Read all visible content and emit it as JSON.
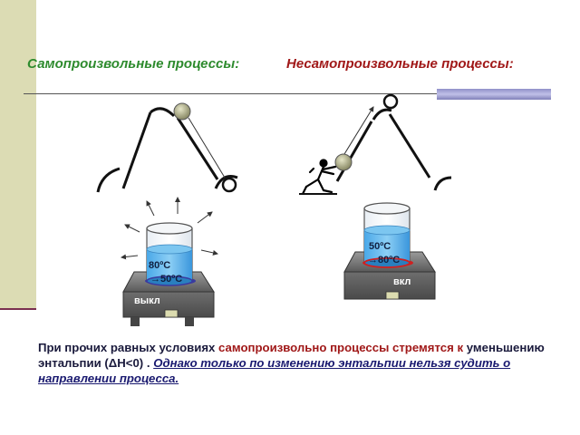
{
  "titles": {
    "spontaneous": "Самопроизвольные процессы:",
    "nonspontaneous": "Несамопроизвольные процессы:"
  },
  "left_device": {
    "temp_start": "80ºС",
    "temp_end": "→50ºС",
    "switch_label": "выкл"
  },
  "right_device": {
    "temp_start": "50ºС",
    "temp_end": "→80ºС",
    "switch_label": "вкл"
  },
  "text": {
    "part1": "При прочих равных условиях ",
    "part2": "самопроизвольно процессы стремятся к",
    "part3": " уменьшению энтальпии (ΔН<0) . ",
    "part4": "Однако только по изменению энтальпии нельзя судить о направлении процесса."
  },
  "colors": {
    "spontaneous_title": "#2e8b2e",
    "nonspontaneous_title": "#a01818",
    "water": "#3aa0e0",
    "ball": "#b8b890"
  }
}
